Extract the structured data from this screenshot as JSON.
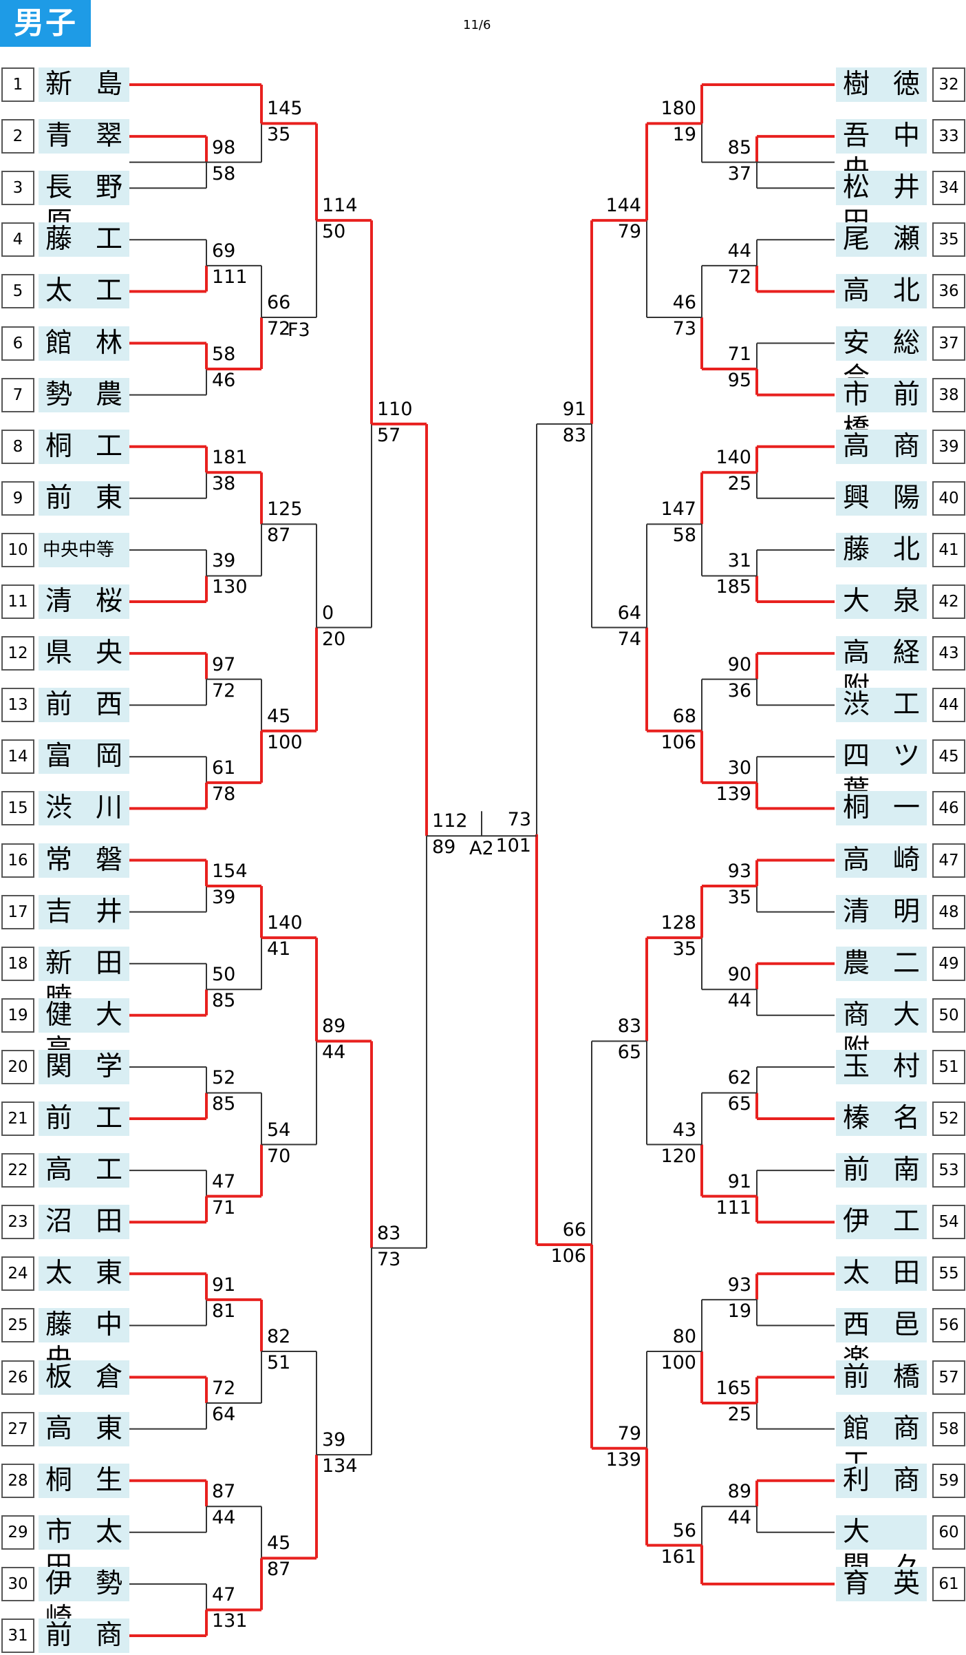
{
  "title": "男子",
  "date": "11/6",
  "left_teams": [
    {
      "num": "1",
      "name": "新島"
    },
    {
      "num": "2",
      "name": "青翠"
    },
    {
      "num": "3",
      "name": "長野原"
    },
    {
      "num": "4",
      "name": "藤工"
    },
    {
      "num": "5",
      "name": "太工"
    },
    {
      "num": "6",
      "name": "館林"
    },
    {
      "num": "7",
      "name": "勢農"
    },
    {
      "num": "8",
      "name": "桐工"
    },
    {
      "num": "9",
      "name": "前東"
    },
    {
      "num": "10",
      "name": "中央中等"
    },
    {
      "num": "11",
      "name": "清桜"
    },
    {
      "num": "12",
      "name": "県央"
    },
    {
      "num": "13",
      "name": "前西"
    },
    {
      "num": "14",
      "name": "富岡"
    },
    {
      "num": "15",
      "name": "渋川"
    },
    {
      "num": "16",
      "name": "常磐"
    },
    {
      "num": "17",
      "name": "吉井"
    },
    {
      "num": "18",
      "name": "新田暁"
    },
    {
      "num": "19",
      "name": "健大高"
    },
    {
      "num": "20",
      "name": "関学"
    },
    {
      "num": "21",
      "name": "前工"
    },
    {
      "num": "22",
      "name": "高工"
    },
    {
      "num": "23",
      "name": "沼田"
    },
    {
      "num": "24",
      "name": "太東"
    },
    {
      "num": "25",
      "name": "藤中央"
    },
    {
      "num": "26",
      "name": "板倉"
    },
    {
      "num": "27",
      "name": "高東"
    },
    {
      "num": "28",
      "name": "桐生"
    },
    {
      "num": "29",
      "name": "市太田"
    },
    {
      "num": "30",
      "name": "伊勢崎"
    },
    {
      "num": "31",
      "name": "前商"
    }
  ],
  "right_teams": [
    {
      "num": "32",
      "name": "樹徳"
    },
    {
      "num": "33",
      "name": "吾中央"
    },
    {
      "num": "34",
      "name": "松井田"
    },
    {
      "num": "35",
      "name": "尾瀬"
    },
    {
      "num": "36",
      "name": "高北"
    },
    {
      "num": "37",
      "name": "安総合"
    },
    {
      "num": "38",
      "name": "市前橋"
    },
    {
      "num": "39",
      "name": "高商"
    },
    {
      "num": "40",
      "name": "興陽"
    },
    {
      "num": "41",
      "name": "藤北"
    },
    {
      "num": "42",
      "name": "大泉"
    },
    {
      "num": "43",
      "name": "高経附"
    },
    {
      "num": "44",
      "name": "渋工"
    },
    {
      "num": "45",
      "name": "四ツ葉"
    },
    {
      "num": "46",
      "name": "桐一"
    },
    {
      "num": "47",
      "name": "高崎"
    },
    {
      "num": "48",
      "name": "清明"
    },
    {
      "num": "49",
      "name": "農二"
    },
    {
      "num": "50",
      "name": "商大附"
    },
    {
      "num": "51",
      "name": "玉村"
    },
    {
      "num": "52",
      "name": "榛名"
    },
    {
      "num": "53",
      "name": "前南"
    },
    {
      "num": "54",
      "name": "伊工"
    },
    {
      "num": "55",
      "name": "太田"
    },
    {
      "num": "56",
      "name": "西邑楽"
    },
    {
      "num": "57",
      "name": "前橋"
    },
    {
      "num": "58",
      "name": "館商工"
    },
    {
      "num": "59",
      "name": "利商"
    },
    {
      "num": "60",
      "name": "大間々"
    },
    {
      "num": "61",
      "name": "育英"
    }
  ],
  "left_scores": {
    "r1": [
      {
        "a": "98",
        "b": "58"
      },
      {
        "a": "69",
        "b": "111"
      },
      {
        "a": "58",
        "b": "46"
      },
      {
        "a": "181",
        "b": "38"
      },
      {
        "a": "39",
        "b": "130"
      },
      {
        "a": "97",
        "b": "72"
      },
      {
        "a": "61",
        "b": "78"
      },
      {
        "a": "154",
        "b": "39"
      },
      {
        "a": "50",
        "b": "85"
      },
      {
        "a": "52",
        "b": "85"
      },
      {
        "a": "47",
        "b": "71"
      },
      {
        "a": "91",
        "b": "81"
      },
      {
        "a": "72",
        "b": "64"
      },
      {
        "a": "87",
        "b": "44"
      },
      {
        "a": "47",
        "b": "131"
      }
    ],
    "r2": [
      {
        "a": "145",
        "b": "35"
      },
      {
        "a": "66",
        "b": "72"
      },
      {
        "a": "125",
        "b": "87"
      },
      {
        "a": "45",
        "b": "100"
      },
      {
        "a": "140",
        "b": "41"
      },
      {
        "a": "54",
        "b": "70"
      },
      {
        "a": "82",
        "b": "51"
      },
      {
        "a": "45",
        "b": "87"
      }
    ],
    "r3": [
      {
        "a": "114",
        "b": "50"
      },
      {
        "a": "0",
        "b": "20"
      },
      {
        "a": "89",
        "b": "44"
      },
      {
        "a": "39",
        "b": "134"
      }
    ],
    "r4": [
      {
        "a": "110",
        "b": "57"
      },
      {
        "a": "83",
        "b": "73"
      }
    ],
    "semi": [
      {
        "a": "112",
        "b": "89"
      }
    ]
  },
  "right_scores": {
    "r1": [
      {
        "a": "85",
        "b": "37"
      },
      {
        "a": "44",
        "b": "72"
      },
      {
        "a": "71",
        "b": "95"
      },
      {
        "a": "140",
        "b": "25"
      },
      {
        "a": "31",
        "b": "185"
      },
      {
        "a": "90",
        "b": "36"
      },
      {
        "a": "30",
        "b": "139"
      },
      {
        "a": "93",
        "b": "35"
      },
      {
        "a": "90",
        "b": "44"
      },
      {
        "a": "62",
        "b": "65"
      },
      {
        "a": "91",
        "b": "111"
      },
      {
        "a": "93",
        "b": "19"
      },
      {
        "a": "165",
        "b": "25"
      },
      {
        "a": "89",
        "b": "44"
      }
    ],
    "r2": [
      {
        "a": "180",
        "b": "19"
      },
      {
        "a": "46",
        "b": "73"
      },
      {
        "a": "147",
        "b": "58"
      },
      {
        "a": "68",
        "b": "106"
      },
      {
        "a": "128",
        "b": "35"
      },
      {
        "a": "43",
        "b": "120"
      },
      {
        "a": "80",
        "b": "100"
      },
      {
        "a": "56",
        "b": "161"
      }
    ],
    "r3": [
      {
        "a": "144",
        "b": "79"
      },
      {
        "a": "64",
        "b": "74"
      },
      {
        "a": "83",
        "b": "65"
      },
      {
        "a": "79",
        "b": "139"
      }
    ],
    "r4": [
      {
        "a": "91",
        "b": "83"
      },
      {
        "a": "66",
        "b": "106"
      }
    ],
    "semi": [
      {
        "a": "73",
        "b": "101"
      }
    ]
  },
  "labels": {
    "f3": "F3",
    "final": "A2"
  },
  "colors": {
    "winner_line": "#e8211f",
    "line": "#333333",
    "title_bg": "#1e9be6",
    "team_bg": "#d9eef3"
  }
}
